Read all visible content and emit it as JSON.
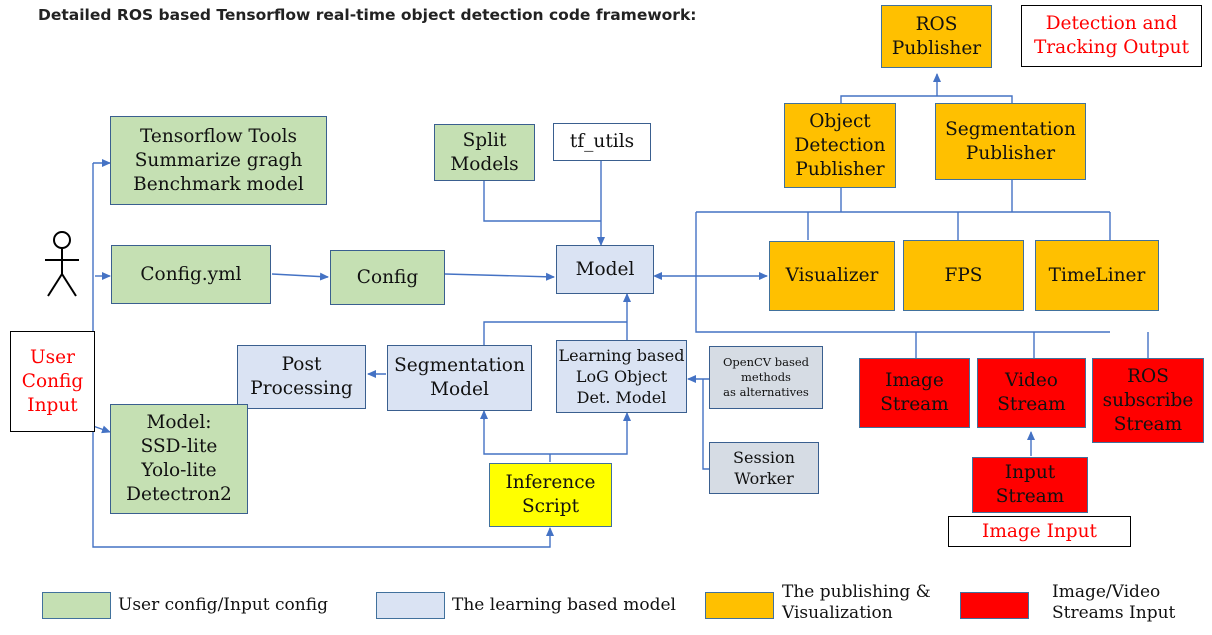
{
  "title": "Detailed ROS based Tensorflow real-time object detection code framework:",
  "nodes": {
    "ros_publisher": "ROS\nPublisher",
    "detection_output": "Detection and\nTracking Output",
    "od_publisher": "Object\nDetection\nPublisher",
    "seg_publisher": "Segmentation\nPublisher",
    "tf_tools": "Tensorflow Tools\nSummarize gragh\nBenchmark model",
    "split_models": "Split\nModels",
    "tf_utils": "tf_utils",
    "config_yml": "Config.yml",
    "config": "Config",
    "model": "Model",
    "visualizer": "Visualizer",
    "fps": "FPS",
    "timeliner": "TimeLiner",
    "user_config_input": "User\nConfig\nInput",
    "post_processing": "Post\nProcessing",
    "segmentation_model": "Segmentation\nModel",
    "log_model": "Learning based\nLoG Object\nDet. Model",
    "opencv_methods": "OpenCV based\nmethods\nas alternatives",
    "image_stream": "Image\nStream",
    "video_stream": "Video\nStream",
    "ros_subscribe_stream": "ROS\nsubscribe\nStream",
    "model_list": "Model:\nSSD-lite\nYolo-lite\nDetectron2",
    "session_worker": "Session\nWorker",
    "inference_script": "Inference\nScript",
    "input_stream": "Input\nStream",
    "image_input": "Image Input"
  },
  "legend": [
    {
      "label": "User config/Input config",
      "color": "#c5e0b3"
    },
    {
      "label": "The learning based model",
      "color": "#dae3f3"
    },
    {
      "label": "The publishing &\nVisualization",
      "color": "#ffc000"
    },
    {
      "label": "Image/Video\nStreams Input",
      "color": "#ff0000"
    }
  ],
  "colors": {
    "user_config": "#c5e0b3",
    "learning_model": "#dae3f3",
    "publishing": "#ffc000",
    "streams": "#ff0000",
    "inference": "#ffff00",
    "worker": "#d6dce4",
    "connector": "#4472c4"
  },
  "icons": {
    "user": "stick-figure-icon"
  }
}
